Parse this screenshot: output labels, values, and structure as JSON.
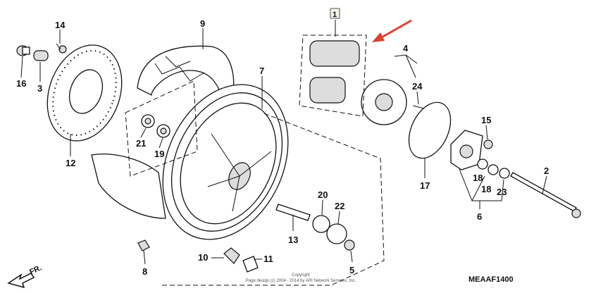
{
  "diagram": {
    "code": "MEAAF1400",
    "front_arrow": "FR.",
    "copyright_line1": "Copyright",
    "copyright_line2": "Page design (c) 2004 - 2014 by ARI Network Services, Inc.",
    "highlight_color": "#e0412f",
    "callouts": {
      "p1": "1",
      "p2": "2",
      "p3": "3",
      "p4": "4",
      "p5": "5",
      "p6": "6",
      "p7": "7",
      "p8": "8",
      "p9": "9",
      "p10": "10",
      "p11": "11",
      "p12": "12",
      "p13": "13",
      "p14": "14",
      "p15": "15",
      "p16": "16",
      "p17": "17",
      "p18a": "18",
      "p18b": "18",
      "p19": "19",
      "p20": "20",
      "p21": "21",
      "p22": "22",
      "p23": "23",
      "p24": "24"
    }
  }
}
